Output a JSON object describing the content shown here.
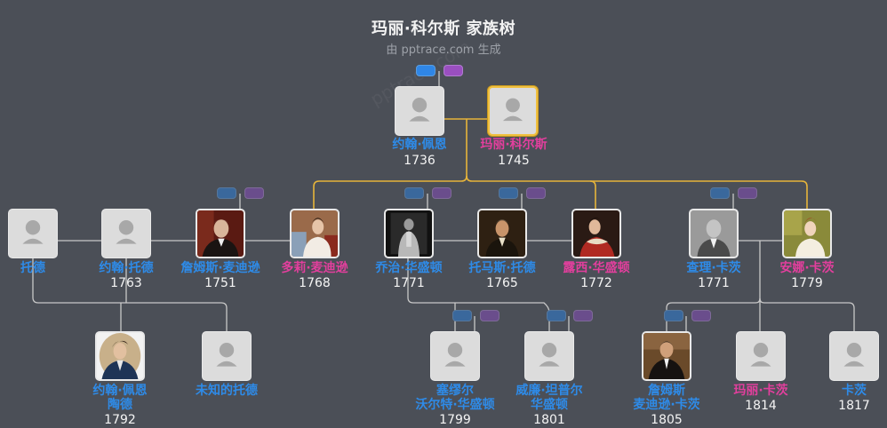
{
  "header": {
    "title": "玛丽·科尔斯 家族树",
    "subtitle": "由 pptrace.com 生成",
    "watermark": "pptrace.com"
  },
  "colors": {
    "background": "#4b4f57",
    "male": "#2e8be8",
    "female": "#e23f9d",
    "focus_border": "#f0c040",
    "ancestry_line": "#e6b43a",
    "relation_line": "#c8c8c8",
    "badge_blue": "#2f86e6",
    "badge_purple": "#9a4fc0"
  },
  "people": [
    {
      "id": "p0",
      "name": "约翰·佩恩",
      "year": "1736",
      "gender": "male",
      "portrait": "placeholder"
    },
    {
      "id": "p1",
      "name": "玛丽·科尔斯",
      "year": "1745",
      "gender": "female",
      "portrait": "placeholder",
      "focus": true
    },
    {
      "id": "p2",
      "name": "托德",
      "year": "",
      "gender": "male",
      "portrait": "placeholder"
    },
    {
      "id": "p3",
      "name": "约翰·托德",
      "year": "1763",
      "gender": "male",
      "portrait": "placeholder"
    },
    {
      "id": "p4",
      "name": "詹姆斯·麦迪逊",
      "year": "1751",
      "gender": "male",
      "portrait": "photo"
    },
    {
      "id": "p5",
      "name": "多莉·麦迪逊",
      "year": "1768",
      "gender": "female",
      "portrait": "photo"
    },
    {
      "id": "p6",
      "name": "乔治·华盛顿",
      "year": "1771",
      "gender": "male",
      "portrait": "photo"
    },
    {
      "id": "p7",
      "name": "托马斯·托德",
      "year": "1765",
      "gender": "male",
      "portrait": "photo"
    },
    {
      "id": "p8",
      "name": "露西·华盛顿",
      "year": "1772",
      "gender": "female",
      "portrait": "photo"
    },
    {
      "id": "p9",
      "name": "查理·卡茨",
      "year": "1771",
      "gender": "male",
      "portrait": "photo"
    },
    {
      "id": "p10",
      "name": "安娜·卡茨",
      "year": "1779",
      "gender": "female",
      "portrait": "photo"
    },
    {
      "id": "p11",
      "name": [
        "约翰·佩恩",
        "陶德"
      ],
      "year": "1792",
      "gender": "male",
      "portrait": "photo"
    },
    {
      "id": "p12",
      "name": "未知的托德",
      "year": "",
      "gender": "male",
      "portrait": "placeholder"
    },
    {
      "id": "p13",
      "name": [
        "塞缪尔",
        "沃尔特·华盛顿"
      ],
      "year": "1799",
      "gender": "male",
      "portrait": "placeholder"
    },
    {
      "id": "p14",
      "name": [
        "威廉·坦普尔",
        "华盛顿"
      ],
      "year": "1801",
      "gender": "male",
      "portrait": "placeholder"
    },
    {
      "id": "p15",
      "name": [
        "詹姆斯",
        "麦迪逊·卡茨"
      ],
      "year": "1805",
      "gender": "male",
      "portrait": "photo"
    },
    {
      "id": "p16",
      "name": "玛丽·卡茨",
      "year": "1814",
      "gender": "female",
      "portrait": "placeholder"
    },
    {
      "id": "p17",
      "name": "卡茨",
      "year": "1817",
      "gender": "male",
      "portrait": "placeholder"
    }
  ],
  "parent_badges": [
    {
      "for": "p1",
      "style": "bright"
    },
    {
      "for": "p4",
      "style": "dim"
    },
    {
      "for": "p6",
      "style": "dim"
    },
    {
      "for": "p7",
      "style": "dim"
    },
    {
      "for": "p9",
      "style": "dim"
    },
    {
      "for": "p13",
      "style": "dim"
    },
    {
      "for": "p14",
      "style": "dim"
    },
    {
      "for": "p15",
      "style": "dim"
    }
  ]
}
